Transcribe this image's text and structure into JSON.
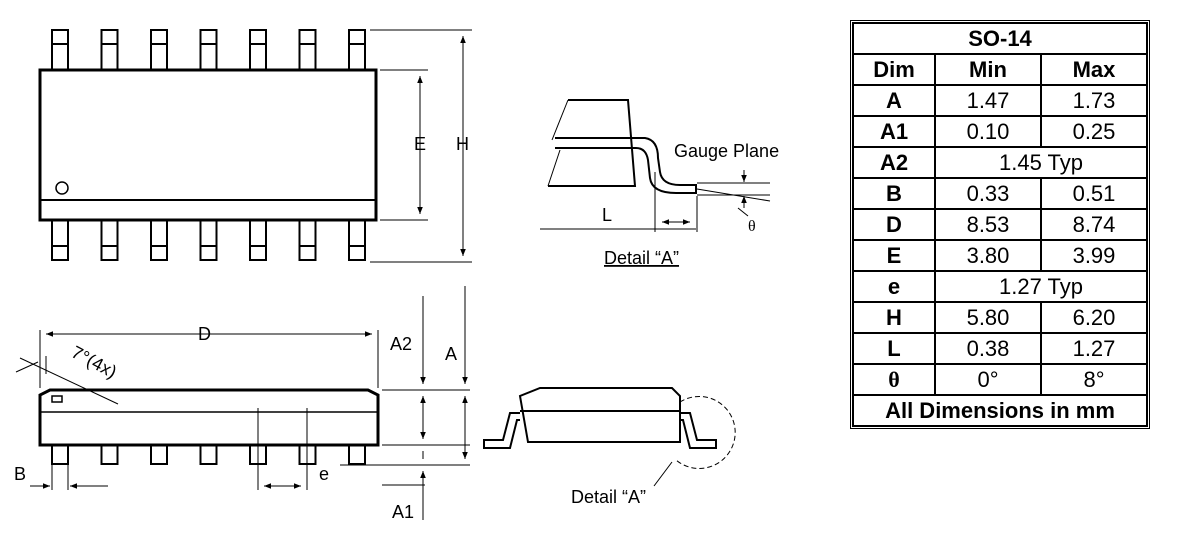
{
  "diagram": {
    "top_view": {
      "label_E": "E",
      "label_H": "H"
    },
    "detail_view": {
      "gauge_plane": "Gauge Plane",
      "label_L": "L",
      "label_theta": "θ",
      "caption": "Detail “A”"
    },
    "side_view": {
      "label_D": "D",
      "label_angle": "7°(4x)",
      "label_A2": "A2",
      "label_A": "A",
      "label_A1": "A1",
      "label_B": "B",
      "label_e": "e"
    },
    "end_view": {
      "caption": "Detail “A”"
    }
  },
  "table": {
    "title": "SO-14",
    "headers": {
      "dim": "Dim",
      "min": "Min",
      "max": "Max"
    },
    "rows": [
      {
        "dim": "A",
        "min": "1.47",
        "max": "1.73"
      },
      {
        "dim": "A1",
        "min": "0.10",
        "max": "0.25"
      },
      {
        "dim": "A2",
        "typ": "1.45 Typ"
      },
      {
        "dim": "B",
        "min": "0.33",
        "max": "0.51"
      },
      {
        "dim": "D",
        "min": "8.53",
        "max": "8.74"
      },
      {
        "dim": "E",
        "min": "3.80",
        "max": "3.99"
      },
      {
        "dim": "e",
        "typ": "1.27 Typ"
      },
      {
        "dim": "H",
        "min": "5.80",
        "max": "6.20"
      },
      {
        "dim": "L",
        "min": "0.38",
        "max": "1.27"
      },
      {
        "dim": "θ",
        "min": "0°",
        "max": "8°"
      }
    ],
    "footer": "All Dimensions in mm"
  }
}
